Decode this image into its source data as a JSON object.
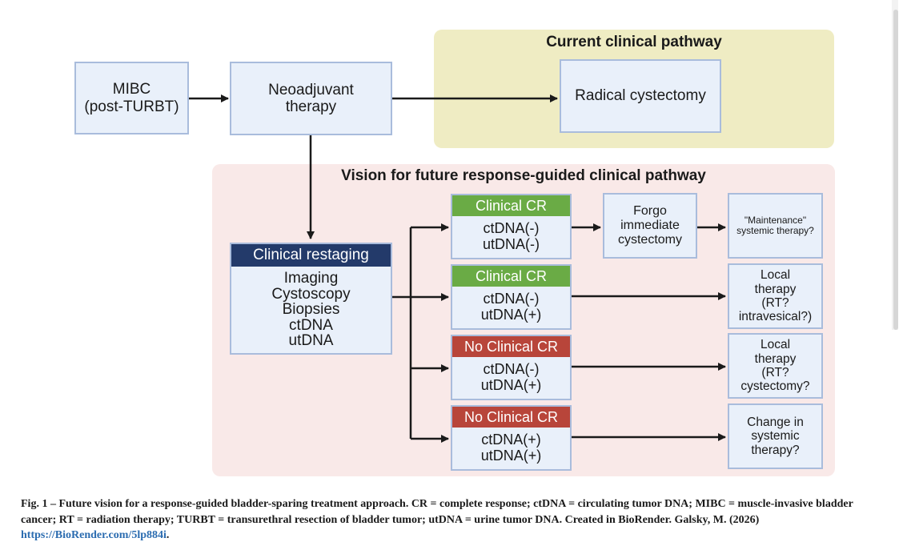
{
  "regions": {
    "current": {
      "title": "Current clinical pathway",
      "color": "#efecc3"
    },
    "future": {
      "title": "Vision for future response-guided clinical pathway",
      "color": "#f9e9e8"
    }
  },
  "nodes": {
    "mibc": [
      "MIBC",
      "(post-TURBT)"
    ],
    "neoadjuvant": [
      "Neoadjuvant",
      "therapy"
    ],
    "radical": [
      "Radical cystectomy"
    ],
    "restaging": {
      "header": "Clinical restaging",
      "items": [
        "Imaging",
        "Cystoscopy",
        "Biopsies",
        "ctDNA",
        "utDNA"
      ]
    },
    "statuses": [
      {
        "header": "Clinical CR",
        "header_color": "#6aab45",
        "lines": [
          "ctDNA(-)",
          "utDNA(-)"
        ]
      },
      {
        "header": "Clinical CR",
        "header_color": "#6aab45",
        "lines": [
          "ctDNA(-)",
          "utDNA(+)"
        ]
      },
      {
        "header": "No Clinical CR",
        "header_color": "#b8453a",
        "lines": [
          "ctDNA(-)",
          "utDNA(+)"
        ]
      },
      {
        "header": "No Clinical CR",
        "header_color": "#b8453a",
        "lines": [
          "ctDNA(+)",
          "utDNA(+)"
        ]
      }
    ],
    "forgo": [
      "Forgo",
      "immediate",
      "cystectomy"
    ],
    "outcomes": [
      [
        "\"Maintenance\"",
        "systemic therapy?"
      ],
      [
        "Local",
        "therapy",
        "(RT?",
        "intravesical?)"
      ],
      [
        "Local",
        "therapy",
        "(RT?",
        "cystectomy?"
      ],
      [
        "Change in",
        "systemic",
        "therapy?"
      ]
    ]
  },
  "caption": {
    "text": "Fig. 1 – Future vision for a response-guided bladder-sparing treatment approach. CR = complete response; ctDNA = circulating tumor DNA; MIBC = muscle-invasive bladder cancer; RT = radiation therapy; TURBT = transurethral resection of bladder tumor; utDNA = urine tumor DNA. Created in BioRender. Galsky, M. (2026) ",
    "link": "https://BioRender.com/5lp884i",
    "end": "."
  },
  "colors": {
    "box_fill": "#e9f0fa",
    "box_border": "#a9bcdc",
    "restage_header": "#233a6a",
    "arrow": "#1a1a1a"
  }
}
